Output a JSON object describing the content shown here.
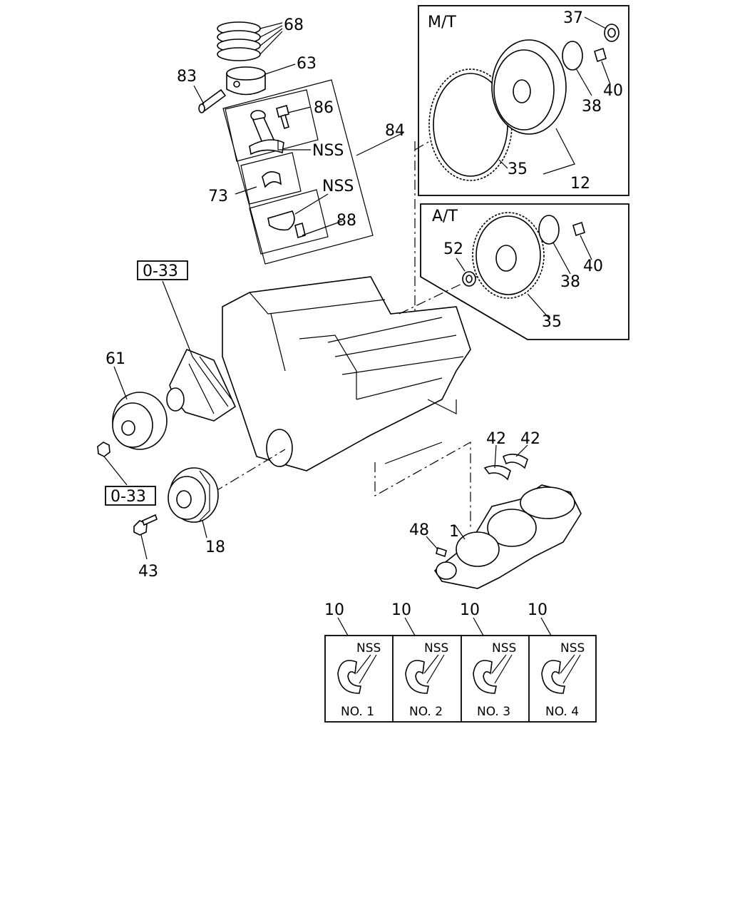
{
  "callouts": {
    "c68": "68",
    "c63": "63",
    "c83": "83",
    "c86": "86",
    "c84": "84",
    "nss_rod": "NSS",
    "nss_cap": "NSS",
    "c73": "73",
    "c88": "88",
    "ref_upper": "0-33",
    "ref_lower": "0-33",
    "c61": "61",
    "c18": "18",
    "c43": "43",
    "c1": "1",
    "c48": "48",
    "c42a": "42",
    "c42b": "42",
    "c37": "37",
    "c40_mt": "40",
    "c38_mt": "38",
    "c35_mt": "35",
    "c12": "12",
    "c52": "52",
    "c40_at": "40",
    "c38_at": "38",
    "c35_at": "35"
  },
  "panels": {
    "mt_label": "M/T",
    "at_label": "A/T"
  },
  "bearings": [
    {
      "callout": "10",
      "nss": "NSS",
      "label": "NO. 1"
    },
    {
      "callout": "10",
      "nss": "NSS",
      "label": "NO. 2"
    },
    {
      "callout": "10",
      "nss": "NSS",
      "label": "NO. 3"
    },
    {
      "callout": "10",
      "nss": "NSS",
      "label": "NO. 4"
    }
  ]
}
